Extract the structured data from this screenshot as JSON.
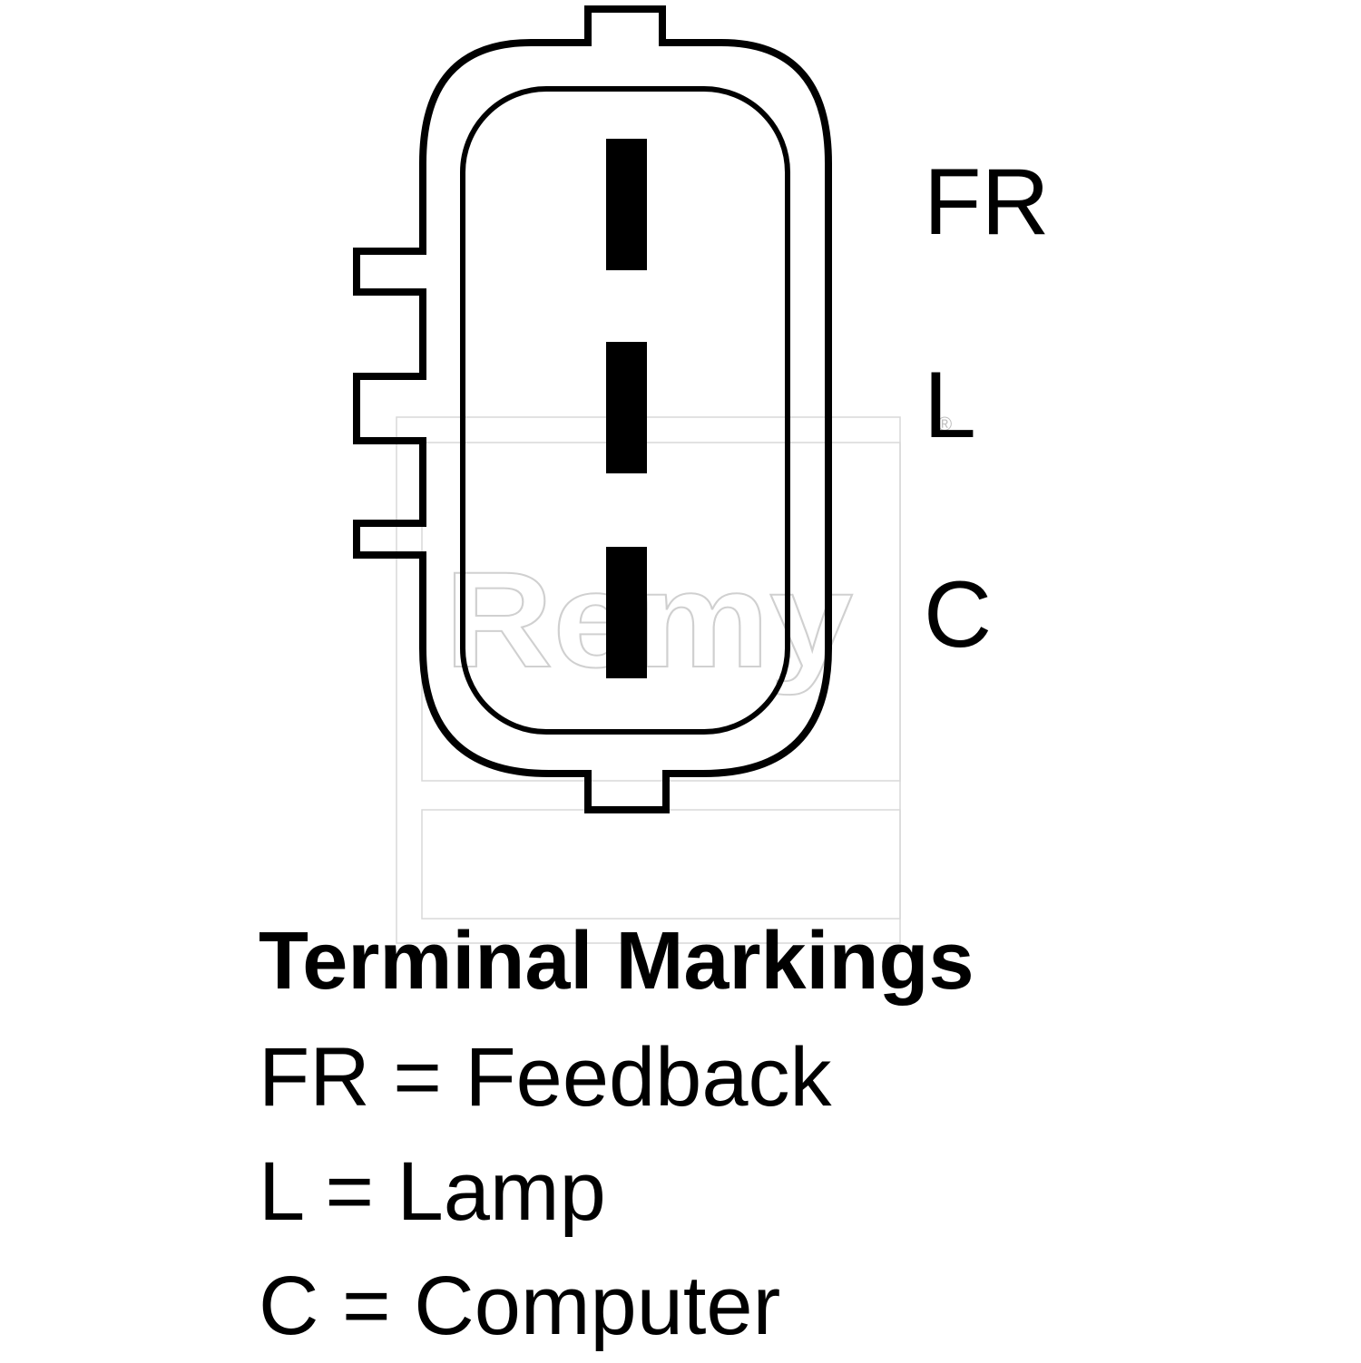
{
  "watermark": {
    "brand": "Remy",
    "registered_mark": "®",
    "color": "#d0d0d0"
  },
  "connector": {
    "terminals": [
      {
        "label": "FR"
      },
      {
        "label": "L"
      },
      {
        "label": "C"
      }
    ]
  },
  "legend": {
    "title": "Terminal Markings",
    "items": [
      {
        "text": "FR = Feedback"
      },
      {
        "text": "L = Lamp"
      },
      {
        "text": "C = Computer"
      }
    ]
  }
}
